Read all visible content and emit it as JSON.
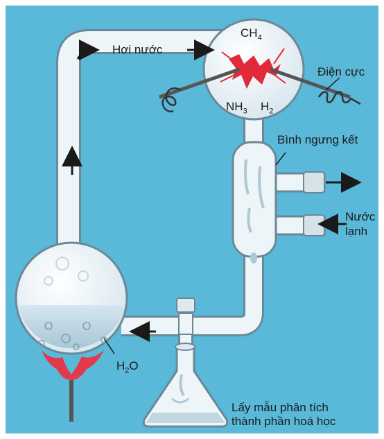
{
  "labels": {
    "vapor": "Hơi nước",
    "ch4": "CH",
    "ch4_sub": "4",
    "nh3": "NH",
    "nh3_sub": "3",
    "h2": "H",
    "h2_sub": "2",
    "electrode": "Điện cực",
    "condenser": "Bình ngưng kết",
    "cold_water_1": "Nước",
    "cold_water_2": "lạnh",
    "water": "H",
    "water_sub": "2",
    "water_tail": "O",
    "sample_1": "Lấy mẫu phân tích",
    "sample_2": "thành phần hoá học"
  },
  "colors": {
    "background": "#5ab8d8",
    "glass": "#eef5f8",
    "glass_outline": "#6a8898",
    "spark": "#e02a3a",
    "flame": "#e23a4a",
    "liquid": "#bcd6e2",
    "arrow": "#1a1a1a"
  },
  "icons": {
    "heat": "flame-icon",
    "spark": "electric-spark-icon",
    "electrode_wire": "coiled-wire-icon"
  }
}
